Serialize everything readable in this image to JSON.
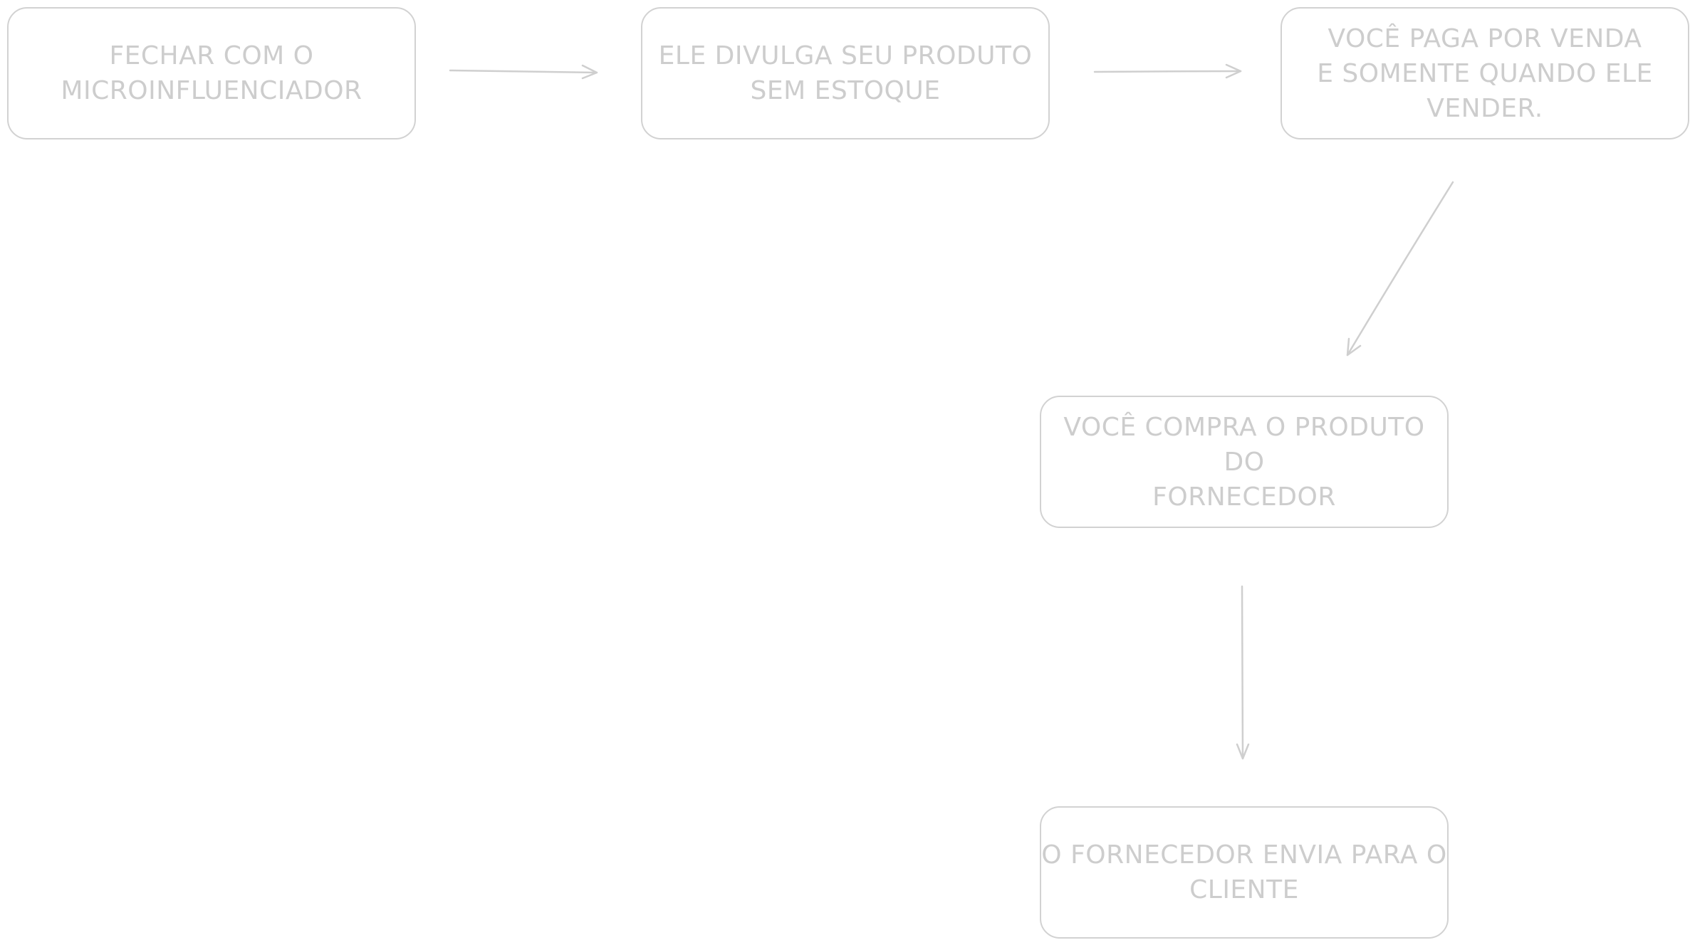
{
  "diagram": {
    "nodes": [
      {
        "id": "n1",
        "label": "FECHAR COM O\nMICROINFLUENCIADOR"
      },
      {
        "id": "n2",
        "label": "ELE DIVULGA SEU PRODUTO\nSEM ESTOQUE"
      },
      {
        "id": "n3",
        "label": "VOCÊ PAGA POR VENDA\nE SOMENTE QUANDO ELE\nVENDER."
      },
      {
        "id": "n4",
        "label": "VOCÊ COMPRA O PRODUTO DO\nFORNECEDOR"
      },
      {
        "id": "n5",
        "label": "O FORNECEDOR ENVIA PARA O\nCLIENTE"
      }
    ],
    "edges": [
      {
        "from": "n1",
        "to": "n2"
      },
      {
        "from": "n2",
        "to": "n3"
      },
      {
        "from": "n3",
        "to": "n4"
      },
      {
        "from": "n4",
        "to": "n5"
      }
    ],
    "colors": {
      "stroke": "#d2d2d2",
      "text": "#cdcdcd",
      "background": "#ffffff"
    }
  }
}
